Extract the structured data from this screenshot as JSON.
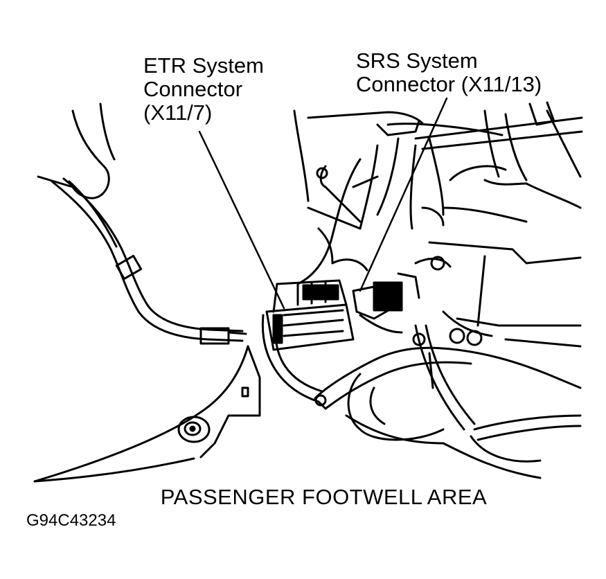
{
  "labels": {
    "etr": [
      "ETR System",
      "Connector",
      "(X11/7)"
    ],
    "srs": [
      "SRS System",
      "Connector (X11/13)"
    ]
  },
  "caption": "PASSENGER FOOTWELL AREA",
  "figure_id": "G94C43234"
}
